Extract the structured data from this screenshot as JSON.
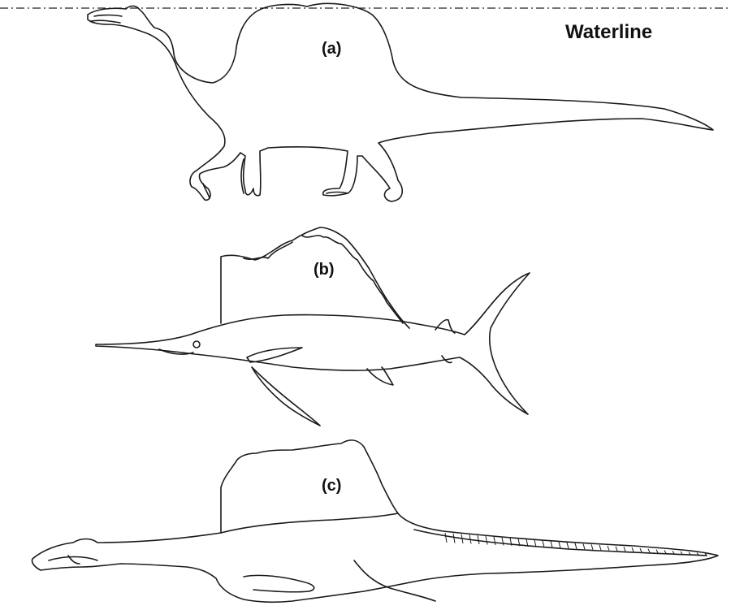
{
  "waterline": {
    "label": "Waterline"
  },
  "panels": [
    {
      "label": "(a)"
    },
    {
      "label": "(b)"
    },
    {
      "label": "(c)"
    }
  ],
  "colors": {
    "line": "#1a1a1a",
    "background": "#ffffff"
  }
}
